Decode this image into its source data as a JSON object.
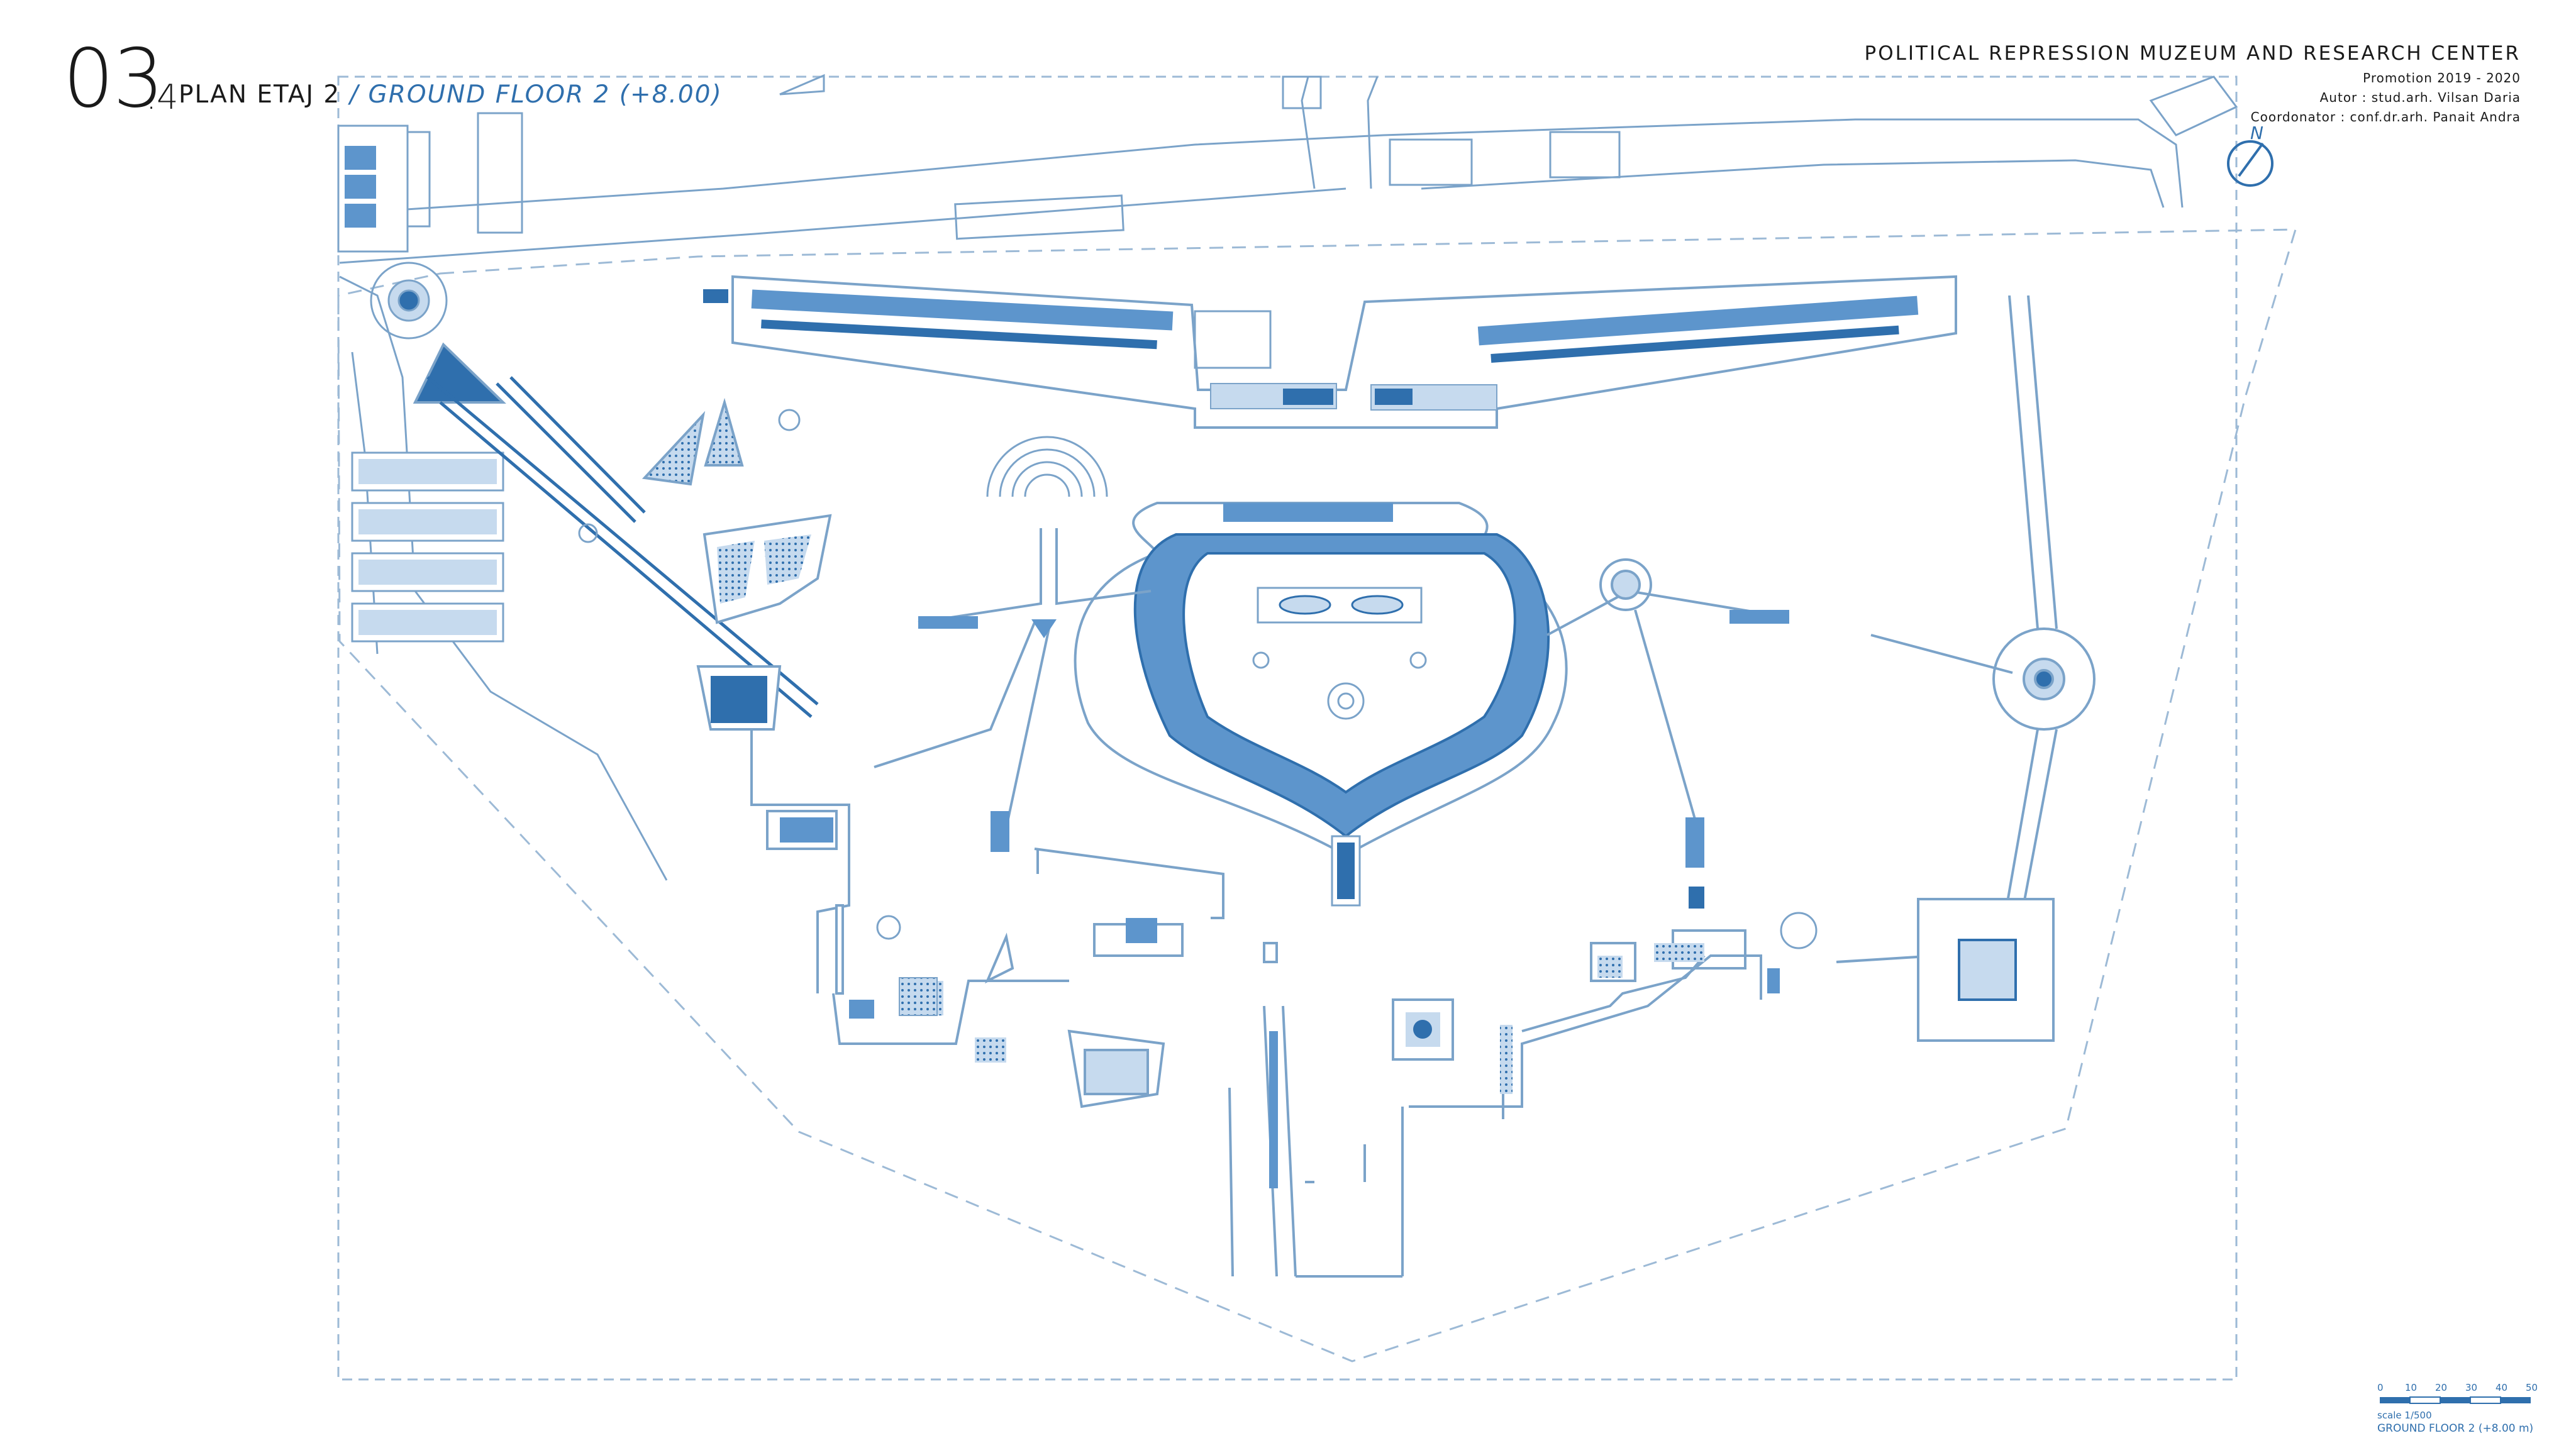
{
  "header": {
    "number": "03",
    "subnumber": ".4",
    "plan_ro": "PLAN ETAJ 2",
    "plan_en": "/ GROUND FLOOR 2 (+8.00)"
  },
  "title_block": {
    "project": "POLITICAL REPRESSION MUZEUM AND RESEARCH CENTER",
    "promotion": "Promotion 2019 - 2020",
    "author": "Autor : stud.arh. Vilsan Daria",
    "coordinator": "Coordonator : conf.dr.arh. Panait Andra"
  },
  "north_label": "N",
  "scale_bar": {
    "ticks": [
      "0",
      "10",
      "20",
      "30",
      "40",
      "50"
    ],
    "scale_text": "scale 1/500",
    "drawing_title": "GROUND FLOOR 2 (+8.00 m)"
  },
  "colors": {
    "ink": "#1a1a1a",
    "line": "#7ba3c9",
    "fill_dark": "#2f6fad",
    "fill_mid": "#5d95cc",
    "fill_light": "#c6daee",
    "dashed": "#9dbad6"
  }
}
